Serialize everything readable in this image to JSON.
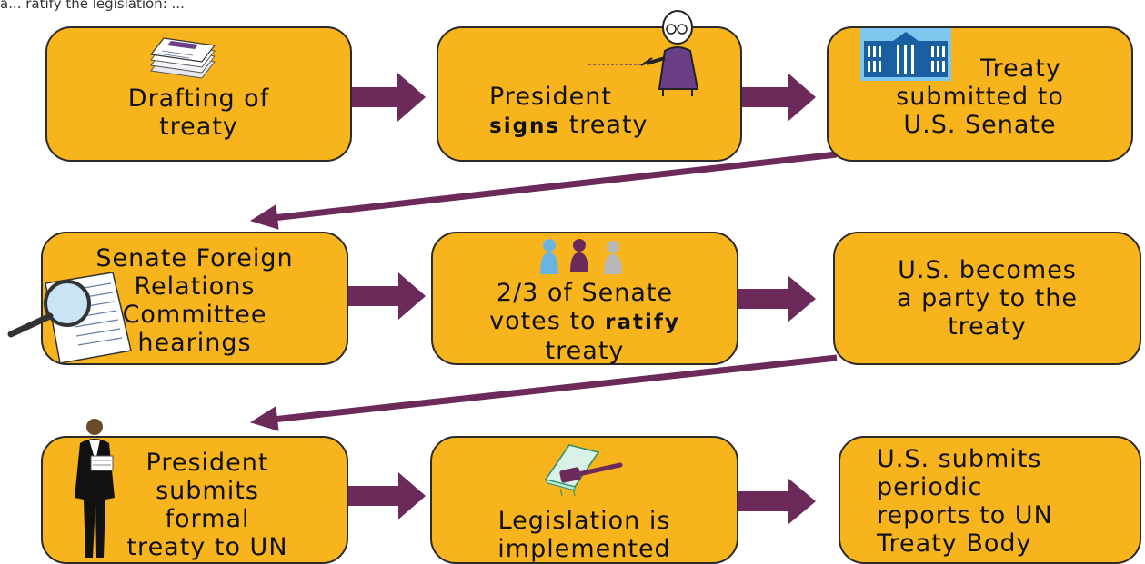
{
  "caption": "a... ratify the legislation: ...",
  "steps": {
    "s1": {
      "line1": "Drafting of",
      "line2": "treaty"
    },
    "s2": {
      "line1": "President",
      "line2_bold": "signs",
      "line2_rest": " treaty"
    },
    "s3": {
      "line1": "Treaty",
      "line2": "submitted to",
      "line3": "U.S. Senate"
    },
    "s4": {
      "line1": "Senate Foreign",
      "line2": "Relations",
      "line3": "Committee",
      "line4": "hearings"
    },
    "s5": {
      "line1": "2/3 of Senate",
      "line2_start": "votes to ",
      "line2_bold": "ratify",
      "line3": "treaty"
    },
    "s6": {
      "line1": "U.S. becomes",
      "line2": "a party to the",
      "line3": "treaty"
    },
    "s7": {
      "line1": "President",
      "line2": "submits",
      "line3": "formal",
      "line4": "treaty to UN"
    },
    "s8": {
      "line1": "Legislation is",
      "line2": "implemented"
    },
    "s9": {
      "line1": "U.S. submits",
      "line2": "periodic",
      "line3": "reports to UN",
      "line4": "Treaty Body"
    }
  },
  "colors": {
    "box": "#F8B41C",
    "arrow": "#6B2A5A",
    "border": "#2a2a2a"
  },
  "icons": [
    "documents-icon",
    "signing-person-icon",
    "capitol-building-icon",
    "magnifier-document-icon",
    "voters-icon",
    "gavel-book-icon",
    "president-figure-icon"
  ]
}
